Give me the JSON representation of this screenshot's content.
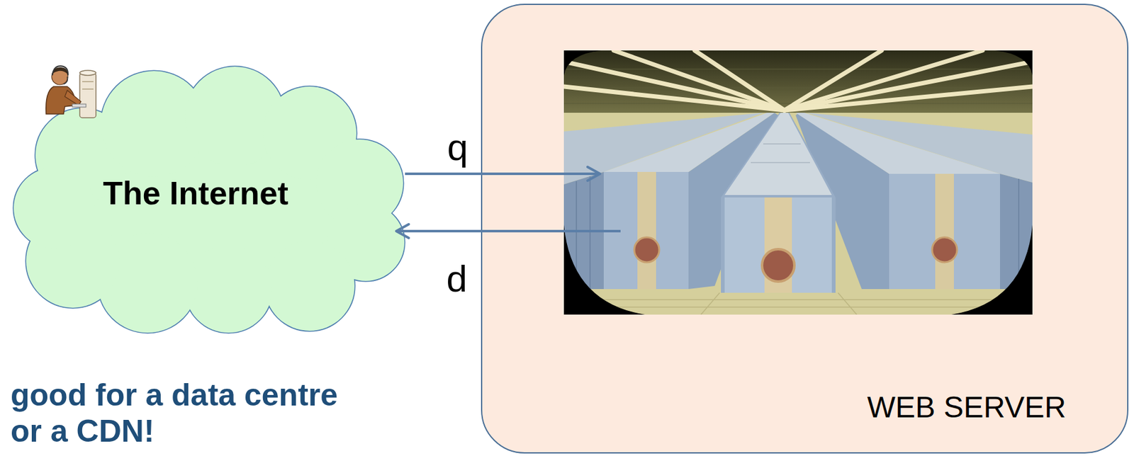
{
  "diagram": {
    "nodes": [
      {
        "text": [
          "The Internet"
        ]
      },
      {
        "text": [
          "WEB SERVER"
        ]
      }
    ],
    "edges": [
      {
        "from": 0,
        "to": 1,
        "arrow": "to",
        "label": "q"
      },
      {
        "from": 1,
        "to": 0,
        "arrow": "to",
        "label": "d"
      }
    ],
    "labels": [
      "good for a data centre or a CDN!"
    ]
  }
}
